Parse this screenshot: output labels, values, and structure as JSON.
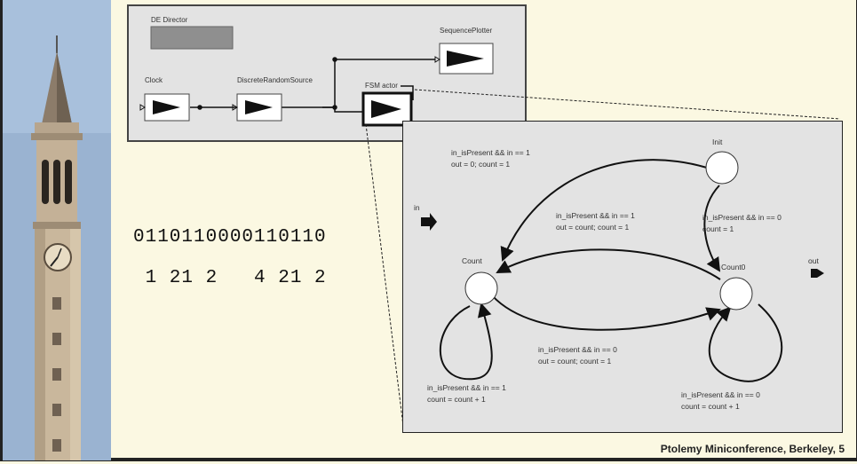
{
  "block_diagram": {
    "director_label": "DE Director",
    "actors": {
      "clock": "Clock",
      "random": "DiscreteRandomSource",
      "fsm": "FSM actor",
      "plotter": "SequencePlotter"
    }
  },
  "fsm_diagram": {
    "input_port": "in",
    "output_port": "out",
    "states": {
      "init": "Init",
      "count": "Count",
      "count0": "Count0"
    },
    "transitions": {
      "init_to_count": [
        "in_isPresent && in == 1",
        "out = 0; count = 1"
      ],
      "init_to_count0": [
        "in_isPresent && in == 0",
        "count = 1"
      ],
      "count0_to_count": [
        "in_isPresent && in == 1",
        "out = count; count = 1"
      ],
      "count_to_count0": [
        "in_isPresent && in == 0",
        "out = count; count = 1"
      ],
      "count_self": [
        "in_isPresent && in == 1",
        "count = count + 1"
      ],
      "count0_self": [
        "in_isPresent && in == 0",
        "count = count + 1"
      ]
    }
  },
  "sequence": {
    "bits": "0110110000110110",
    "counts": " 1 21 2   4 21 2"
  },
  "footer": "Ptolemy Miniconference, Berkeley, 5"
}
